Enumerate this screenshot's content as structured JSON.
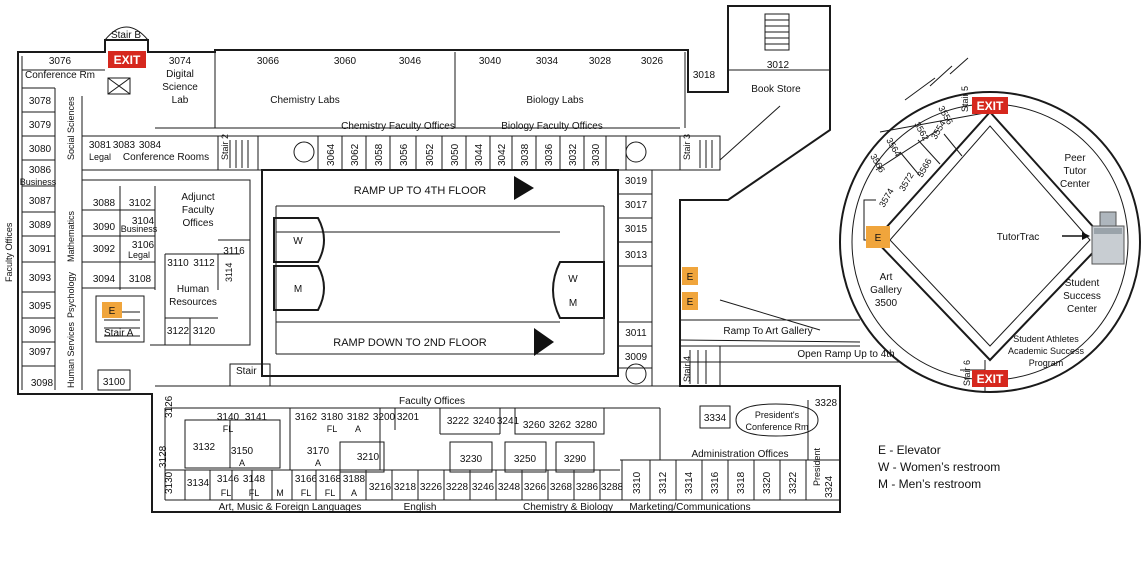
{
  "colors": {
    "exit": "#d6281e",
    "elevator": "#f0a53c",
    "wall": "#1a1a1a"
  },
  "exits": [
    "EXIT",
    "EXIT",
    "EXIT"
  ],
  "stairs": [
    "Stair B",
    "Stair 2",
    "Stair 3",
    "Stair A",
    "Stair",
    "Stair 4",
    "Stair 5",
    "Stair 6"
  ],
  "elevator_letter": "E",
  "restrooms": {
    "women": "W",
    "men": "M"
  },
  "corridors": {
    "ramp_up": "RAMP UP TO 4TH FLOOR",
    "ramp_down": "RAMP DOWN TO 2ND FLOOR",
    "ramp_gallery": "Ramp To Art Gallery",
    "open_ramp": "Open Ramp Up to 4th"
  },
  "areas": {
    "conference_rm": "Conference Rm",
    "digital_lab": [
      "3074",
      "Digital",
      "Science",
      "Lab"
    ],
    "chemistry_labs": "Chemistry Labs",
    "biology_labs": "Biology Labs",
    "book_store": "Book Store",
    "chem_fac_offices": "Chemistry Faculty Offices",
    "bio_fac_offices": "Biology Faculty Offices",
    "social_sciences": "Social Sciences",
    "faculty_offices_side": "Faculty Offices",
    "mathematics": "Mathematics",
    "psychology": "Psychology",
    "human_services": "Human Services",
    "legal": "Legal",
    "business": "Business",
    "conference_rooms": "Conference Rooms",
    "adjunct": [
      "Adjunct",
      "Faculty",
      "Offices"
    ],
    "human_resources": [
      "Human",
      "Resources"
    ],
    "faculty_offices_bottom": "Faculty Offices",
    "presidents_conf": [
      "President's",
      "Conference Rm"
    ],
    "admin_offices": "Administration Offices",
    "president": "President",
    "art_music": "Art, Music & Foreign Languages",
    "english": "English",
    "chem_bio": "Chemistry & Biology",
    "marketing": "Marketing/Communications",
    "peer_tutor": [
      "Peer",
      "Tutor",
      "Center"
    ],
    "tutortrac": "TutorTrac",
    "student_success": [
      "Student",
      "Success",
      "Center"
    ],
    "athletes": [
      "Student Athletes",
      "Academic Success",
      "Program"
    ],
    "art_gallery": [
      "Art",
      "Gallery",
      "3500"
    ]
  },
  "rooms": {
    "r3076": "3076",
    "r3066": "3066",
    "r3060": "3060",
    "r3046": "3046",
    "r3040": "3040",
    "r3034": "3034",
    "r3028": "3028",
    "r3026": "3026",
    "r3018": "3018",
    "r3012": "3012",
    "r3078": "3078",
    "r3079": "3079",
    "r3080": "3080",
    "r3086": "3086",
    "r3087": "3087",
    "r3089": "3089",
    "r3091": "3091",
    "r3093": "3093",
    "r3095": "3095",
    "r3096": "3096",
    "r3097": "3097",
    "r3098": "3098",
    "r3100": "3100",
    "r3081": "3081",
    "r3083": "3083",
    "r3084": "3084",
    "r3088": "3088",
    "r3102": "3102",
    "r3090": "3090",
    "r3104": "3104",
    "r3092": "3092",
    "r3106": "3106",
    "r3094": "3094",
    "r3108": "3108",
    "r3110": "3110",
    "r3112": "3112",
    "r3114": "3114",
    "r3116": "3116",
    "r3122": "3122",
    "r3120": "3120",
    "r3064": "3064",
    "r3062": "3062",
    "r3058": "3058",
    "r3056": "3056",
    "r3052": "3052",
    "r3050": "3050",
    "r3044": "3044",
    "r3042": "3042",
    "r3038": "3038",
    "r3036": "3036",
    "r3032": "3032",
    "r3030": "3030",
    "r3019": "3019",
    "r3017": "3017",
    "r3015": "3015",
    "r3013": "3013",
    "r3011": "3011",
    "r3009": "3009",
    "r3126": "3126",
    "r3128": "3128",
    "r3130": "3130",
    "r3132": "3132",
    "r3134": "3134",
    "r3140": "3140",
    "r3141": "3141",
    "r3150": "3150",
    "r3146": "3146",
    "r3148": "3148",
    "r3162": "3162",
    "r3180": "3180",
    "r3182": "3182",
    "r3200": "3200",
    "r3201": "3201",
    "r3170": "3170",
    "r3166": "3166",
    "r3168": "3168",
    "r3188": "3188",
    "r3210": "3210",
    "r3216": "3216",
    "r3218": "3218",
    "r3226": "3226",
    "r3228": "3228",
    "r3246": "3246",
    "r3248": "3248",
    "r3266": "3266",
    "r3268": "3268",
    "r3286": "3286",
    "r3288": "3288",
    "r3222": "3222",
    "r3240": "3240",
    "r3241": "3241",
    "r3260": "3260",
    "r3262": "3262",
    "r3280": "3280",
    "r3230": "3230",
    "r3250": "3250",
    "r3290": "3290",
    "r3310": "3310",
    "r3312": "3312",
    "r3314": "3314",
    "r3316": "3316",
    "r3318": "3318",
    "r3320": "3320",
    "r3322": "3322",
    "r3324": "3324",
    "r3328": "3328",
    "r3334": "3334",
    "r3556": "3556",
    "r3562": "3562",
    "r3564": "3564",
    "r3566": "3566",
    "r3554": "3554",
    "r3572": "3572",
    "r3574": "3574",
    "r3566b": "3566"
  },
  "suffixes": {
    "fl": "FL",
    "a": "A",
    "m": "M"
  },
  "legend": [
    "E - Elevator",
    "W - Women’s restroom",
    "M - Men’s restroom"
  ]
}
